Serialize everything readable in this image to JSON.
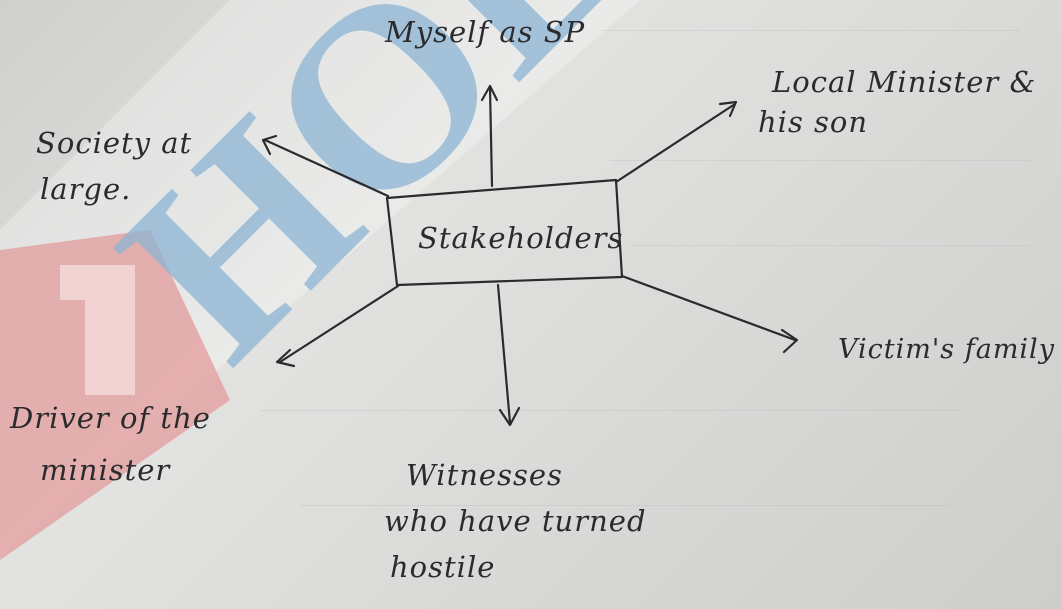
{
  "center": {
    "label": "Stakeholders"
  },
  "nodes": {
    "top": {
      "lines": [
        "Myself as SP"
      ]
    },
    "top_right": {
      "lines": [
        "Local Minister &",
        "his son"
      ]
    },
    "right": {
      "lines": [
        "Victim's family"
      ]
    },
    "bottom": {
      "lines": [
        "Witnesses",
        "who have turned",
        "hostile"
      ]
    },
    "bottom_left": {
      "lines": [
        "Driver of the",
        "minister"
      ]
    },
    "top_left": {
      "lines": [
        "Society at",
        "large."
      ]
    }
  },
  "watermark": {
    "text": "HOL",
    "colors": [
      "#8cb4d3",
      "#e29b9b"
    ]
  },
  "ink_color": "#2b2b2e"
}
